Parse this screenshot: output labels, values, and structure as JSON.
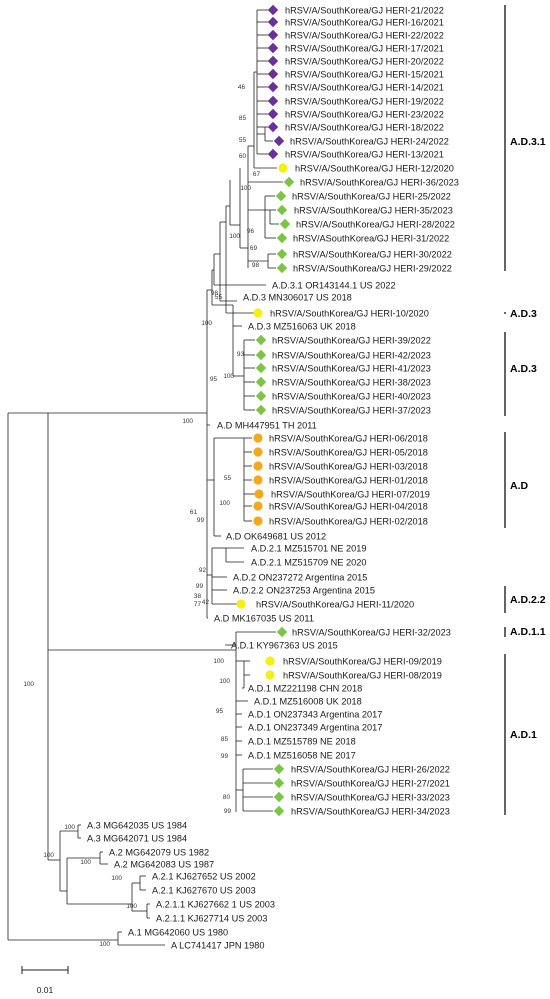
{
  "colors": {
    "purple": "#6b2f9c",
    "yellow": "#f6ee14",
    "green": "#7cc444",
    "orange": "#f5a81c",
    "line": "#222222"
  },
  "legend_markers": [
    "purple-diamond",
    "yellow-circle",
    "green-diamond",
    "orange-circle"
  ],
  "scale_bar": {
    "label": "0.01"
  },
  "leaves": [
    {
      "label": "hRSV/A/SouthKorea/GJ HERI-21/2022",
      "marker": "purple-diamond"
    },
    {
      "label": "hRSV/A/SouthKorea/GJ HERI-16/2021",
      "marker": "purple-diamond"
    },
    {
      "label": "hRSV/A/SouthKorea/GJ HERI-22/2022",
      "marker": "purple-diamond"
    },
    {
      "label": "hRSV/A/SouthKorea/GJ HERI-17/2021",
      "marker": "purple-diamond"
    },
    {
      "label": "hRSV/A/SouthKorea/GJ HERI-20/2022",
      "marker": "purple-diamond"
    },
    {
      "label": "hRSV/A/SouthKorea/GJ HERI-15/2021",
      "marker": "purple-diamond"
    },
    {
      "label": "hRSV/A/SouthKorea/GJ HERI-14/2021",
      "marker": "purple-diamond"
    },
    {
      "label": "hRSV/A/SouthKorea/GJ HERI-19/2022",
      "marker": "purple-diamond"
    },
    {
      "label": "hRSV/A/SouthKorea/GJ HERI-23/2022",
      "marker": "purple-diamond"
    },
    {
      "label": "hRSV/A/SouthKorea/GJ HERI-18/2022",
      "marker": "purple-diamond"
    },
    {
      "label": "hRSV/A/SouthKorea/GJ HERI-24/2022",
      "marker": "purple-diamond"
    },
    {
      "label": "hRSV/A/SouthKorea/GJ HERI-13/2021",
      "marker": "purple-diamond"
    },
    {
      "label": "hRSV/A/SouthKorea/GJ HERI-12/2020",
      "marker": "yellow-circle"
    },
    {
      "label": "hRSV/A/SouthKorea/GJ HERI-36/2023",
      "marker": "green-diamond"
    },
    {
      "label": "hRSV/A/SouthKorea/GJ HERI-25/2022",
      "marker": "green-diamond"
    },
    {
      "label": "hRSV/A/SouthKorea/GJ HERI-35/2023",
      "marker": "green-diamond"
    },
    {
      "label": "hRSV/A/SouthKorea/GJ HERI-28/2022",
      "marker": "green-diamond"
    },
    {
      "label": "hRSV/ASouthKorea/GJ HERI-31/2022",
      "marker": "green-diamond"
    },
    {
      "label": "hRSV/A/SouthKorea/GJ HERI-30/2022",
      "marker": "green-diamond"
    },
    {
      "label": "hRSV/A/SouthKorea/GJ HERI-29/2022",
      "marker": "green-diamond"
    },
    {
      "label": "A.D.3.1 OR143144.1 US 2022",
      "marker": "none"
    },
    {
      "label": "A.D.3 MN306017 US 2018",
      "marker": "none"
    },
    {
      "label": "hRSV/A/SouthKorea/GJ HERI-10/2020",
      "marker": "yellow-circle"
    },
    {
      "label": "A.D.3 MZ516063 UK 2018",
      "marker": "none"
    },
    {
      "label": "hRSV/A/SouthKorea/GJ HERI-39/2022",
      "marker": "green-diamond"
    },
    {
      "label": "hRSV/A/SouthKorea/GJ HERI-42/2023",
      "marker": "green-diamond"
    },
    {
      "label": "hRSV/A/SouthKorea/GJ HERI-41/2023",
      "marker": "green-diamond"
    },
    {
      "label": "hRSV/A/SouthKorea/GJ HERI-38/2023",
      "marker": "green-diamond"
    },
    {
      "label": "hRSV/A/SouthKorea/GJ HERI-40/2023",
      "marker": "green-diamond"
    },
    {
      "label": "hRSV/A/SouthKorea/GJ HERI-37/2023",
      "marker": "green-diamond"
    },
    {
      "label": "A.D MH447951 TH 2011",
      "marker": "none"
    },
    {
      "label": "hRSV/A/SouthKorea/GJ HERI-06/2018",
      "marker": "orange-circle"
    },
    {
      "label": "hRSV/A/SouthKorea/GJ HERI-05/2018",
      "marker": "orange-circle"
    },
    {
      "label": "hRSV/A/SouthKorea/GJ HERI-03/2018",
      "marker": "orange-circle"
    },
    {
      "label": "hRSV/A/SouthKorea/GJ HERI-01/2018",
      "marker": "orange-circle"
    },
    {
      "label": "hRSV/A/SouthKorea/GJ HERI-07/2019",
      "marker": "orange-circle"
    },
    {
      "label": "hRSV/A/SouthKorea/GJ HERI-04/2018",
      "marker": "orange-circle"
    },
    {
      "label": "hRSV/A/SouthKorea/GJ HERI-02/2018",
      "marker": "orange-circle"
    },
    {
      "label": "A.D OK649681 US 2012",
      "marker": "none"
    },
    {
      "label": "A.D.2.1 MZ515701 NE 2019",
      "marker": "none"
    },
    {
      "label": "A.D.2.1 MZ515709 NE 2020",
      "marker": "none"
    },
    {
      "label": "A.D.2 ON237272 Argentina 2015",
      "marker": "none"
    },
    {
      "label": "A.D.2.2 ON237253 Argentina 2015",
      "marker": "none"
    },
    {
      "label": "hRSV/A/SouthKorea/GJ HERI-11/2020",
      "marker": "yellow-circle"
    },
    {
      "label": "A.D MK167035 US 2011",
      "marker": "none"
    },
    {
      "label": "hRSV/A/SouthKorea/GJ HERI-32/2023",
      "marker": "green-diamond"
    },
    {
      "label": "A.D.1 KY967363 US 2015",
      "marker": "none"
    },
    {
      "label": "hRSV/A/SouthKorea/GJ HERI-09/2019",
      "marker": "yellow-circle"
    },
    {
      "label": "hRSV/A/SouthKorea/GJ HERI-08/2019",
      "marker": "yellow-circle"
    },
    {
      "label": "A.D.1 MZ221198 CHN 2018",
      "marker": "none"
    },
    {
      "label": "A.D.1 MZ516008 UK 2018",
      "marker": "none"
    },
    {
      "label": "A.D.1 ON237343 Argentina 2017",
      "marker": "none"
    },
    {
      "label": "A.D.1 ON237349 Argentina 2017",
      "marker": "none"
    },
    {
      "label": "A.D.1 MZ515789 NE 2018",
      "marker": "none"
    },
    {
      "label": "A.D.1 MZ516058 NE 2017",
      "marker": "none"
    },
    {
      "label": "hRSV/A/SouthKorea/GJ HERI-26/2022",
      "marker": "green-diamond"
    },
    {
      "label": "hRSV/A/SouthKorea/GJ HERI-27/2021",
      "marker": "green-diamond"
    },
    {
      "label": "hRSV/A/SouthKorea/GJ HERI-33/2023",
      "marker": "green-diamond"
    },
    {
      "label": "hRSV/A/SouthKorea/GJ HERI-34/2023",
      "marker": "green-diamond"
    },
    {
      "label": "A.3 MG642035 US 1984",
      "marker": "none"
    },
    {
      "label": "A.3 MG642071 US 1984",
      "marker": "none"
    },
    {
      "label": "A.2 MG642079 US 1982",
      "marker": "none"
    },
    {
      "label": "A.2 MG642083 US 1987",
      "marker": "none"
    },
    {
      "label": "A.2.1 KJ627652 US 2002",
      "marker": "none"
    },
    {
      "label": "A.2.1 KJ627670 US 2003",
      "marker": "none"
    },
    {
      "label": "A.2.1.1 KJ627662 1 US 2003",
      "marker": "none"
    },
    {
      "label": "A.2.1.1 KJ627714 US 2003",
      "marker": "none"
    },
    {
      "label": "A.1 MG642060 US 1980",
      "marker": "none"
    },
    {
      "label": "A LC741417 JPN 1980",
      "marker": "none"
    }
  ],
  "bootstrap": [
    "46",
    "85",
    "55",
    "60",
    "67",
    "100",
    "96",
    "69",
    "98",
    "100",
    "55",
    "98",
    "100",
    "93",
    "100",
    "95",
    "100",
    "61",
    "99",
    "55",
    "100",
    "92",
    "99",
    "38",
    "77",
    "42",
    "100",
    "100",
    "100",
    "95",
    "85",
    "99",
    "80",
    "99",
    "100",
    "100",
    "100",
    "100",
    "100",
    "100"
  ],
  "clades": [
    {
      "label": "A.D.3.1"
    },
    {
      "label": "A.D.3"
    },
    {
      "label": "A.D.3"
    },
    {
      "label": "A.D"
    },
    {
      "label": "A.D.2.2"
    },
    {
      "label": "A.D.1.1"
    },
    {
      "label": "A.D.1"
    }
  ]
}
